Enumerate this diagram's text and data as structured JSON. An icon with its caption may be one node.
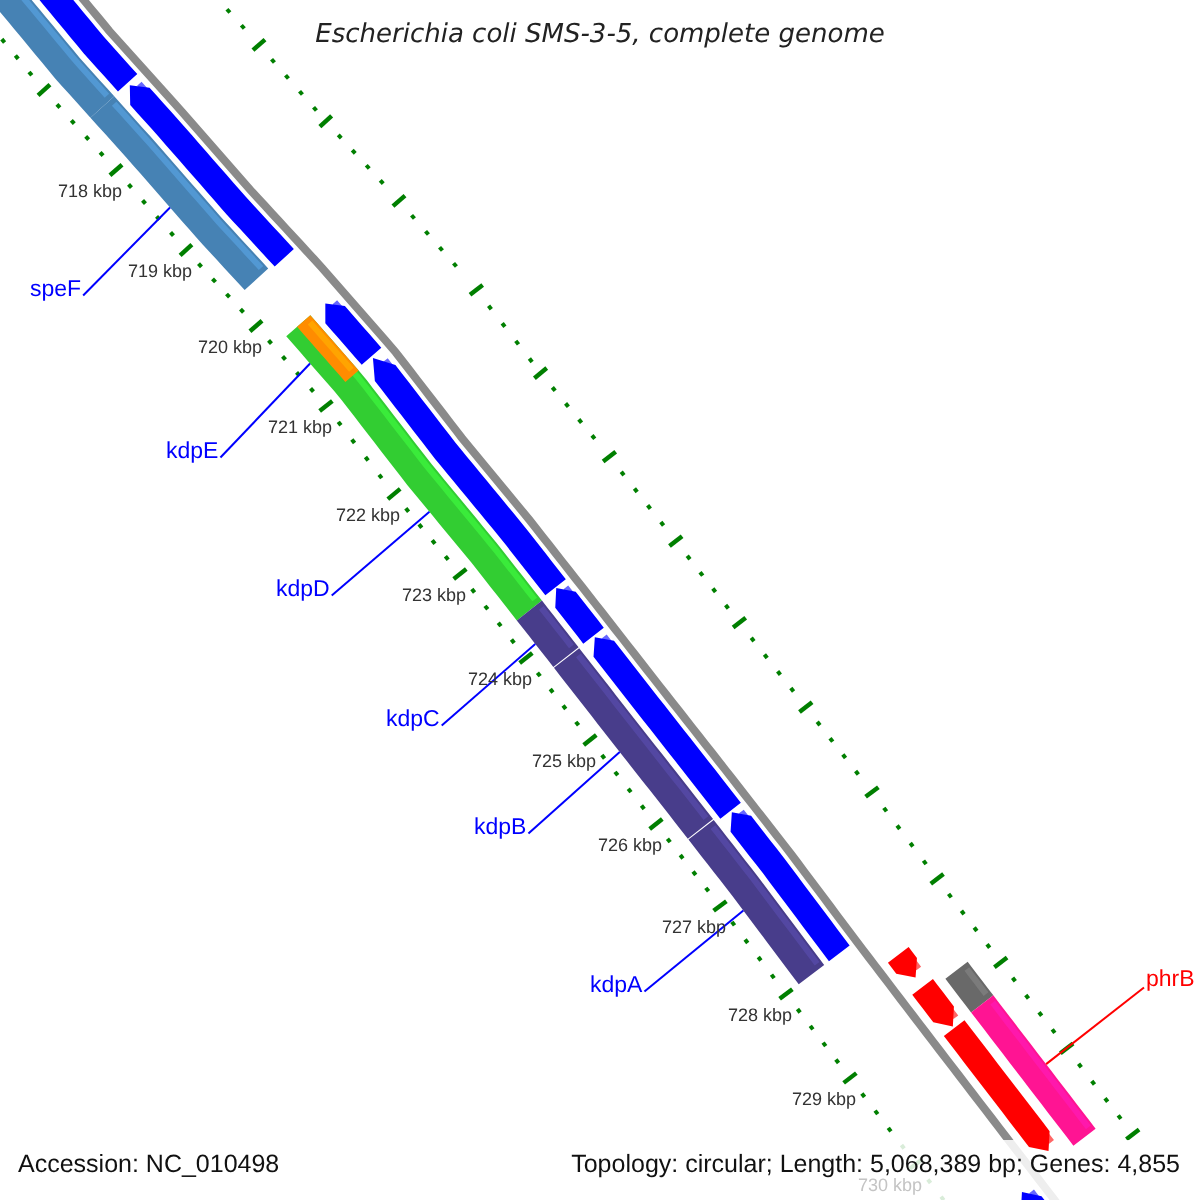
{
  "diagram": {
    "title": "Escherichia coli SMS-3-5, complete genome",
    "nodes": [
      {
        "text": [],
        "shape": "bar"
      },
      {
        "text": [],
        "shape": "bar"
      },
      {
        "text": [],
        "shape": "bar"
      },
      {
        "text": [],
        "shape": "bar"
      },
      {
        "text": [
          "speF"
        ]
      },
      {
        "text": [],
        "shape": "bar"
      },
      {
        "text": [],
        "shape": "bar",
        "in": 9
      },
      {
        "text": [
          "kdpE"
        ]
      },
      {
        "text": [],
        "shape": "bar"
      },
      {
        "text": [],
        "shape": "bar"
      },
      {
        "text": [
          "kdpD"
        ]
      },
      {
        "text": [],
        "shape": "bar"
      },
      {
        "text": [],
        "shape": "bar"
      },
      {
        "text": [
          "kdpC"
        ]
      },
      {
        "text": [],
        "shape": "bar"
      },
      {
        "text": [],
        "shape": "bar"
      },
      {
        "text": [
          "kdpB"
        ]
      },
      {
        "text": [],
        "shape": "bar"
      },
      {
        "text": [],
        "shape": "bar"
      },
      {
        "text": [
          "kdpA"
        ]
      },
      {
        "text": [],
        "shape": "bar"
      },
      {
        "text": [],
        "shape": "bar"
      },
      {
        "text": [],
        "shape": "bar"
      },
      {
        "text": [
          "phrB"
        ]
      },
      {
        "text": [],
        "shape": "bar"
      },
      {
        "text": [],
        "shape": "bar"
      },
      {
        "text": [],
        "shape": "bar"
      }
    ],
    "edges": [
      {
        "from": 4,
        "to": 3,
        "arrow": "none"
      },
      {
        "from": 7,
        "to": 6,
        "arrow": "none"
      },
      {
        "from": 10,
        "to": 9,
        "arrow": "none"
      },
      {
        "from": 13,
        "to": 12,
        "arrow": "none"
      },
      {
        "from": 16,
        "to": 15,
        "arrow": "none"
      },
      {
        "from": 19,
        "to": 18,
        "arrow": "none"
      },
      {
        "from": 23,
        "to": 25,
        "arrow": "none",
        "color": "#ff0000"
      }
    ],
    "labels": [
      "718 kbp",
      "719 kbp",
      "720 kbp",
      "721 kbp",
      "722 kbp",
      "723 kbp",
      "724 kbp",
      "725 kbp",
      "726 kbp",
      "727 kbp",
      "728 kbp",
      "729 kbp",
      "730 kbp",
      "Accession: NC_010498",
      "Topology: circular; Length: 5,068,389 bp; Genes: 4,855"
    ]
  }
}
